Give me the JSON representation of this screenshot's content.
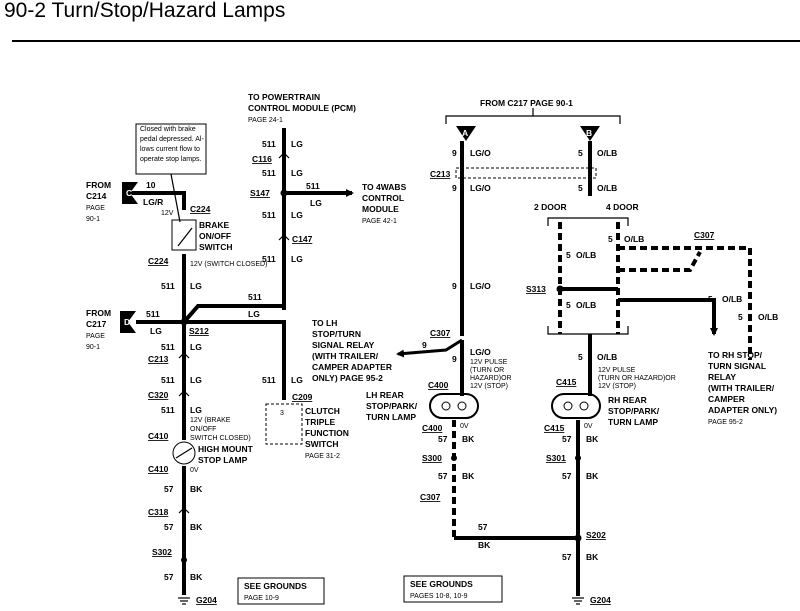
{
  "title": "90-2 Turn/Stop/Hazard Lamps",
  "labels": {
    "to_pcm": [
      "TO POWERTRAIN",
      "CONTROL MODULE (PCM)",
      "PAGE 24-1"
    ],
    "to_4wabs": [
      "TO 4WABS",
      "CONTROL",
      "MODULE",
      "PAGE 42-1"
    ],
    "from_c214": [
      "FROM",
      "C214",
      "PAGE",
      "90-1"
    ],
    "from_c217_left": [
      "FROM",
      "C217",
      "PAGE",
      "90-1"
    ],
    "from_c217_top": "FROM C217 PAGE 90-1",
    "note": [
      "Closed with brake",
      "pedal depressed. Al-",
      "lows current flow to",
      "operate stop lamps."
    ],
    "brake_switch": [
      "BRAKE",
      "ON/OFF",
      "SWITCH"
    ],
    "switch_closed": "12V (SWITCH CLOSED)",
    "brake_switch_closed": [
      "12V (BRAKE",
      "ON/OFF",
      "SWITCH CLOSED)"
    ],
    "high_mount": [
      "HIGH MOUNT",
      "STOP LAMP"
    ],
    "clutch_switch": [
      "CLUTCH",
      "TRIPLE",
      "FUNCTION",
      "SWITCH",
      "PAGE 31-2"
    ],
    "to_lh_relay": [
      "TO LH",
      "STOP/TURN",
      "SIGNAL RELAY",
      "(WITH TRAILER/",
      "CAMPER ADAPTER",
      "ONLY) PAGE 95-2"
    ],
    "lh_rear": [
      "LH REAR",
      "STOP/PARK/",
      "TURN LAMP"
    ],
    "rh_rear": [
      "RH REAR",
      "STOP/PARK/",
      "TURN LAMP"
    ],
    "to_rh_relay": [
      "TO RH STOP/",
      "TURN SIGNAL",
      "RELAY",
      "(WITH TRAILER/",
      "CAMPER",
      "ADAPTER ONLY)",
      "PAGE 95-2"
    ],
    "pulse_lh": [
      "12V PULSE",
      "(TURN OR",
      "HAZARD)OR",
      "12V (STOP)"
    ],
    "pulse_rh": [
      "12V PULSE",
      "(TURN OR HAZARD)OR",
      "12V (STOP)"
    ],
    "two_door": "2 DOOR",
    "four_door": "4 DOOR",
    "see_grounds_left": [
      "SEE GROUNDS",
      "PAGE 10-9"
    ],
    "see_grounds_right": [
      "SEE GROUNDS",
      "PAGES 10-8, 10-9"
    ]
  },
  "connectors": {
    "c116": "C116",
    "s147": "S147",
    "c147": "C147",
    "c224a": "C224",
    "c224b": "C224",
    "s212": "S212",
    "c213l": "C213",
    "c320": "C320",
    "c410a": "C410",
    "c410b": "C410",
    "c318": "C318",
    "s302": "S302",
    "g204a": "G204",
    "c209": "C209",
    "c213r": "C213",
    "c307a": "C307",
    "c400a": "C400",
    "c400b": "C400",
    "s300": "S300",
    "c307b": "C307",
    "s313": "S313",
    "c307c": "C307",
    "c415a": "C415",
    "c415b": "C415",
    "s301": "S301",
    "s202": "S202",
    "g204b": "G204",
    "tag_a": "A",
    "tag_b": "B",
    "tag_c": "C",
    "tag_d": "D",
    "clutch_pin": "3"
  },
  "wires": {
    "n10": "10",
    "lgr": "LG/R",
    "v12": "12V",
    "n511": "511",
    "lg": "LG",
    "n9": "9",
    "lgo": "LG/O",
    "n5": "5",
    "olb": "O/LB",
    "n57": "57",
    "bk": "BK",
    "v0": "0V"
  }
}
